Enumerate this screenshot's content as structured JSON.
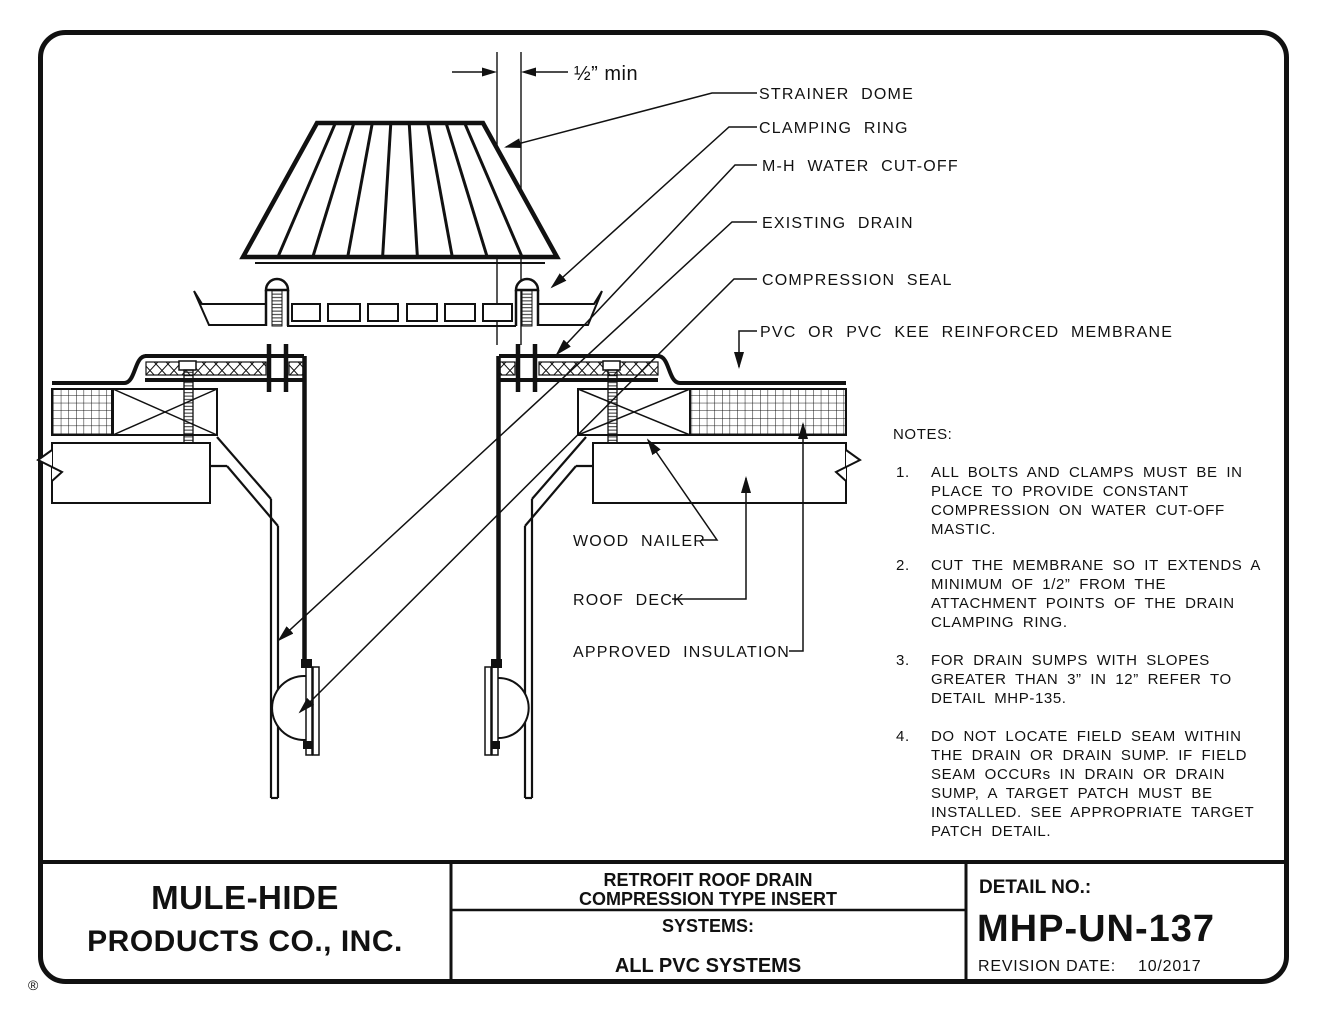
{
  "colors": {
    "ink": "#111111",
    "paper": "#ffffff"
  },
  "dimension": {
    "label": "½”  min"
  },
  "callouts": {
    "strainer_dome": "STRAINER DOME",
    "clamping_ring": "CLAMPING RING",
    "mh_water_cutoff": "M-H WATER CUT-OFF",
    "existing_drain": "EXISTING DRAIN",
    "compression_seal": "COMPRESSION SEAL",
    "membrane": "PVC OR PVC KEE REINFORCED MEMBRANE",
    "wood_nailer": "WOOD NAILER",
    "roof_deck": "ROOF DECK",
    "approved_insulation": "APPROVED INSULATION"
  },
  "notes": {
    "title": "NOTES:",
    "items": [
      {
        "num": "1.",
        "lines": [
          "ALL BOLTS AND CLAMPS MUST BE IN",
          "PLACE TO PROVIDE CONSTANT",
          "COMPRESSION ON WATER CUT-OFF",
          "MASTIC."
        ]
      },
      {
        "num": "2.",
        "lines": [
          "CUT THE MEMBRANE SO IT EXTENDS A",
          "MINIMUM OF 1/2” FROM THE",
          "ATTACHMENT POINTS OF THE DRAIN",
          "CLAMPING RING."
        ]
      },
      {
        "num": "3.",
        "lines": [
          "FOR DRAIN SUMPS WITH SLOPES",
          "GREATER THAN 3” IN 12” REFER TO",
          "DETAIL MHP-135."
        ]
      },
      {
        "num": "4.",
        "lines": [
          "DO NOT LOCATE FIELD SEAM WITHIN",
          "THE DRAIN OR DRAIN SUMP.  IF FIELD",
          "SEAM OCCURs IN DRAIN OR DRAIN",
          "SUMP, A TARGET PATCH MUST BE",
          "INSTALLED.  SEE APPROPRIATE TARGET",
          "PATCH DETAIL."
        ]
      }
    ]
  },
  "title_block": {
    "company_line1": "MULE-HIDE",
    "company_line2": "PRODUCTS CO., INC.",
    "registered_mark": "®",
    "drawing_title_line1": "RETROFIT ROOF DRAIN",
    "drawing_title_line2": "COMPRESSION TYPE INSERT",
    "systems_label": "SYSTEMS:",
    "systems_value": "ALL PVC SYSTEMS",
    "detail_no_label": "DETAIL NO.:",
    "detail_no_value": "MHP-UN-137",
    "revision_label": "REVISION DATE:",
    "revision_value": "10/2017"
  }
}
